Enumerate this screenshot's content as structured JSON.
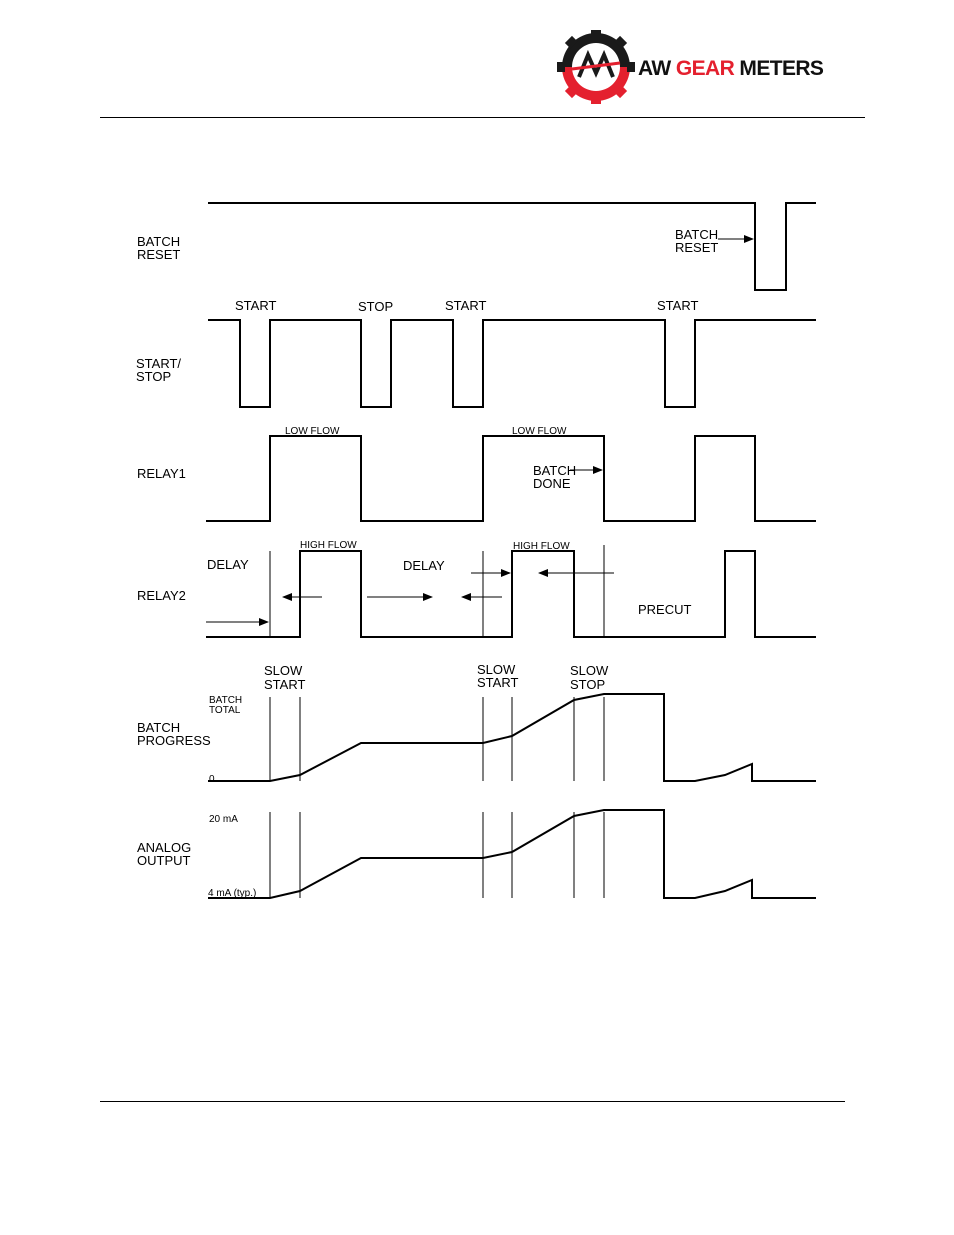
{
  "header": {
    "brand": {
      "part1": "AW",
      "part2": "GEAR",
      "part3": "METERS"
    },
    "colors": {
      "accent": "#e4202e",
      "dark": "#1a1a1a"
    }
  },
  "diagram": {
    "rows": {
      "batch_reset": {
        "line1": "BATCH",
        "line2": "RESET"
      },
      "start_stop": {
        "line1": "START/",
        "line2": "STOP"
      },
      "relay1": {
        "line1": "RELAY1"
      },
      "relay2": {
        "line1": "RELAY2"
      },
      "batch_progress": {
        "line1": "BATCH",
        "line2": "PROGRESS"
      },
      "analog_output": {
        "line1": "ANALOG",
        "line2": "OUTPUT"
      }
    },
    "annotations": {
      "batch_reset_line1": "BATCH",
      "batch_reset_line2": "RESET",
      "start_1": "START",
      "stop": "STOP",
      "start_2": "START",
      "start_3": "START",
      "low_flow_1": "LOW FLOW",
      "low_flow_2": "LOW FLOW",
      "batch_done_line1": "BATCH",
      "batch_done_line2": "DONE",
      "delay_1": "DELAY",
      "delay_2": "DELAY",
      "high_flow_1": "HIGH FLOW",
      "high_flow_2": "HIGH FLOW",
      "precut": "PRECUT",
      "slow_start_1a": "SLOW",
      "slow_start_1b": "START",
      "slow_start_2a": "SLOW",
      "slow_start_2b": "START",
      "slow_stop_a": "SLOW",
      "slow_stop_b": "STOP",
      "batch_total_a": "BATCH",
      "batch_total_b": "TOTAL",
      "zero": "0",
      "twenty_ma": "20 mA",
      "four_ma": "4 mA (typ.)"
    }
  }
}
